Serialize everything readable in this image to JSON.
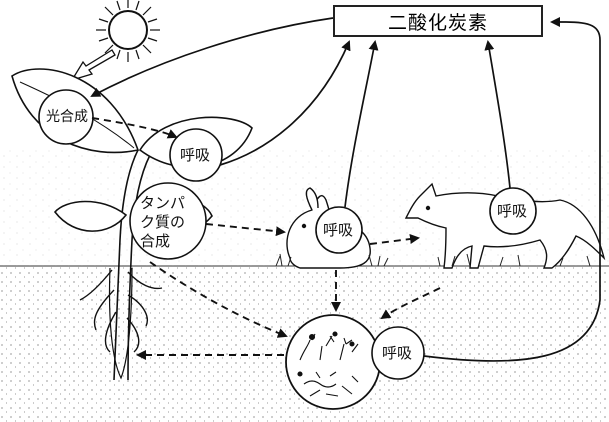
{
  "labels": {
    "co2": "二酸化炭素",
    "photosynthesis": "光合成",
    "respiration": "呼吸",
    "protein_line1": "タンパ",
    "protein_line2": "ク質の",
    "protein_line3": "合成"
  },
  "colors": {
    "ink": "#111111",
    "ground": "#555555",
    "background": "#ffffff"
  }
}
